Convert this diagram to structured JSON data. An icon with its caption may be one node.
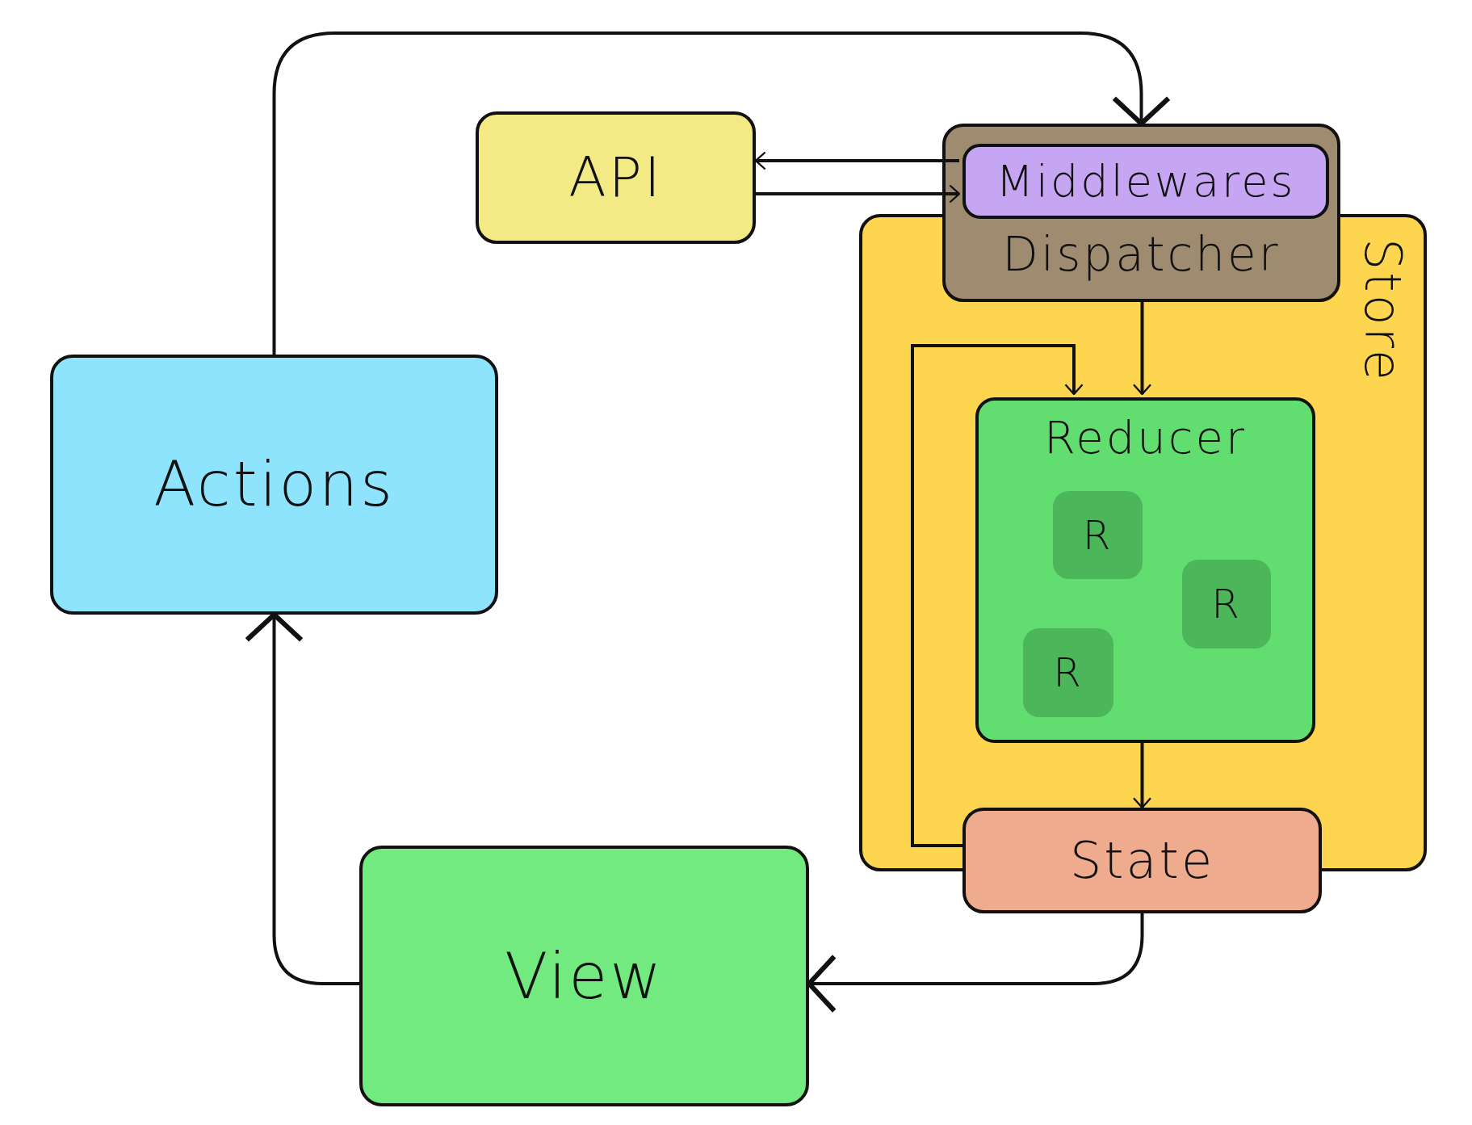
{
  "diagram": {
    "nodes": [
      {
        "text": [
          "API"
        ]
      },
      {
        "text": [
          "Dispatcher"
        ]
      },
      {
        "text": [
          "Middlewares"
        ],
        "in": 1
      },
      {
        "text": [
          "Store"
        ]
      },
      {
        "text": [
          "Reducer"
        ],
        "in": 3
      },
      {
        "text": [
          "R"
        ],
        "in": 4
      },
      {
        "text": [
          "R"
        ],
        "in": 4
      },
      {
        "text": [
          "R"
        ],
        "in": 4
      },
      {
        "text": [
          "Actions"
        ]
      },
      {
        "text": [
          "State"
        ]
      },
      {
        "text": [
          "View"
        ]
      }
    ],
    "edges": [
      {
        "from": 8,
        "to": 1,
        "arrow": "to"
      },
      {
        "from": 2,
        "to": 0,
        "arrow": "to"
      },
      {
        "from": 0,
        "to": 2,
        "arrow": "to"
      },
      {
        "from": 1,
        "to": 4,
        "arrow": "to"
      },
      {
        "from": 9,
        "to": 4,
        "arrow": "to"
      },
      {
        "from": 4,
        "to": 9,
        "arrow": "to"
      },
      {
        "from": 9,
        "to": 10,
        "arrow": "to"
      },
      {
        "from": 10,
        "to": 8,
        "arrow": "to"
      }
    ]
  }
}
